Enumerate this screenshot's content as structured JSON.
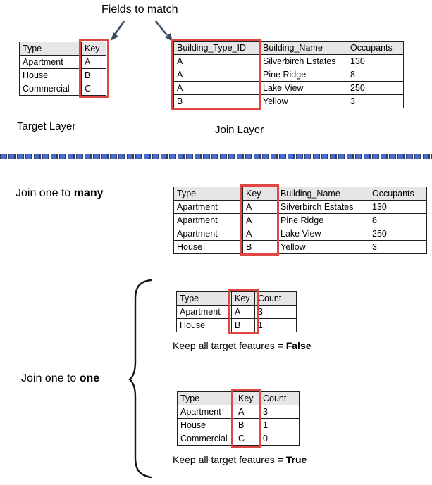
{
  "colors": {
    "highlight-red": "#E14742",
    "header-bg": "#E7E6E6",
    "divider-blue": "#4A6BCD",
    "divider-edge": "#2D3C66",
    "arrow": "#394A63"
  },
  "header": {
    "title": "Fields to match"
  },
  "icons": {
    "left_arrow": "down-left-arrow",
    "right_arrow": "down-right-arrow",
    "brace": "left-curly-brace",
    "divider": "dashed-separator-line"
  },
  "target": {
    "label": "Target Layer",
    "table": {
      "headers": [
        "Type",
        "Key"
      ],
      "rows": [
        [
          "Apartment",
          "A"
        ],
        [
          "House",
          "B"
        ],
        [
          "Commercial",
          "C"
        ]
      ]
    }
  },
  "join": {
    "label": "Join Layer",
    "table": {
      "headers": [
        "Building_Type_ID",
        "Building_Name",
        "Occupants"
      ],
      "rows": [
        [
          "A",
          "Silverbirch Estates",
          "130"
        ],
        [
          "A",
          "Pine Ridge",
          "8"
        ],
        [
          "A",
          "Lake View",
          "250"
        ],
        [
          "B",
          "Yellow",
          "3"
        ]
      ]
    }
  },
  "one_to_many": {
    "label_prefix": "Join one to ",
    "label_bold": "many",
    "table": {
      "headers": [
        "Type",
        "Key",
        "Building_Name",
        "Occupants"
      ],
      "rows": [
        [
          "Apartment",
          "A",
          "Silverbirch Estates",
          "130"
        ],
        [
          "Apartment",
          "A",
          "Pine Ridge",
          "8"
        ],
        [
          "Apartment",
          "A",
          "Lake View",
          "250"
        ],
        [
          "House",
          "B",
          "Yellow",
          "3"
        ]
      ]
    }
  },
  "one_to_one": {
    "label_prefix": "Join one to ",
    "label_bold": "one",
    "false_case": {
      "caption_prefix": "Keep all target features = ",
      "caption_bold": "False",
      "table": {
        "headers": [
          "Type",
          "Key",
          "Count"
        ],
        "rows": [
          [
            "Apartment",
            "A",
            "3"
          ],
          [
            "House",
            "B",
            "1"
          ]
        ]
      }
    },
    "true_case": {
      "caption_prefix": "Keep all target features = ",
      "caption_bold": "True",
      "table": {
        "headers": [
          "Type",
          "Key",
          "Count"
        ],
        "rows": [
          [
            "Apartment",
            "A",
            "3"
          ],
          [
            "House",
            "B",
            "1"
          ],
          [
            "Commercial",
            "C",
            "0"
          ]
        ]
      }
    }
  }
}
